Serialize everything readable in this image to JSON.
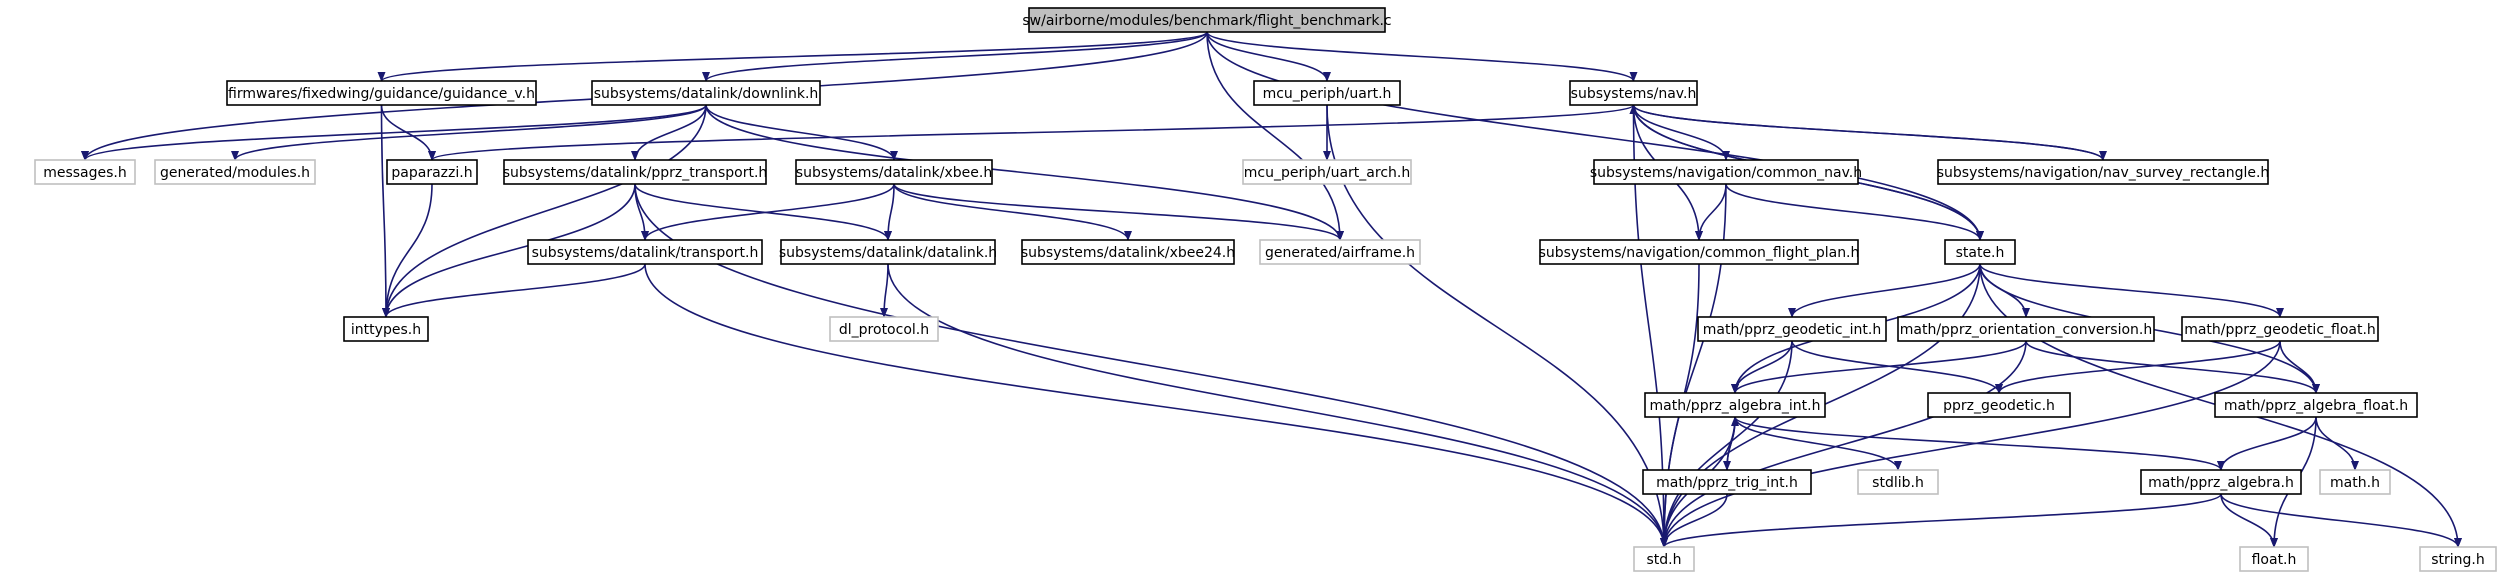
{
  "graph": {
    "nodes": [
      {
        "id": "root",
        "label": "sw/airborne/modules/benchmark/flight_benchmark.c",
        "style": "root"
      },
      {
        "id": "guid",
        "label": "firmwares/fixedwing/guidance/guidance_v.h",
        "style": "normal"
      },
      {
        "id": "downlink",
        "label": "subsystems/datalink/downlink.h",
        "style": "normal"
      },
      {
        "id": "uart",
        "label": "mcu_periph/uart.h",
        "style": "normal"
      },
      {
        "id": "nav",
        "label": "subsystems/nav.h",
        "style": "normal"
      },
      {
        "id": "messages",
        "label": "messages.h",
        "style": "missing"
      },
      {
        "id": "genmod",
        "label": "generated/modules.h",
        "style": "missing"
      },
      {
        "id": "paparazzi",
        "label": "paparazzi.h",
        "style": "normal"
      },
      {
        "id": "pprztr",
        "label": "subsystems/datalink/pprz_transport.h",
        "style": "normal"
      },
      {
        "id": "xbee",
        "label": "subsystems/datalink/xbee.h",
        "style": "normal"
      },
      {
        "id": "uartarch",
        "label": "mcu_periph/uart_arch.h",
        "style": "missing"
      },
      {
        "id": "commonnav",
        "label": "subsystems/navigation/common_nav.h",
        "style": "normal"
      },
      {
        "id": "survey",
        "label": "subsystems/navigation/nav_survey_rectangle.h",
        "style": "normal"
      },
      {
        "id": "transport",
        "label": "subsystems/datalink/transport.h",
        "style": "normal"
      },
      {
        "id": "datalink",
        "label": "subsystems/datalink/datalink.h",
        "style": "normal"
      },
      {
        "id": "xbee24",
        "label": "subsystems/datalink/xbee24.h",
        "style": "normal"
      },
      {
        "id": "airframe",
        "label": "generated/airframe.h",
        "style": "missing"
      },
      {
        "id": "cfp",
        "label": "subsystems/navigation/common_flight_plan.h",
        "style": "normal"
      },
      {
        "id": "state",
        "label": "state.h",
        "style": "normal"
      },
      {
        "id": "inttypes",
        "label": "inttypes.h",
        "style": "normal"
      },
      {
        "id": "dlproto",
        "label": "dl_protocol.h",
        "style": "missing"
      },
      {
        "id": "geoint",
        "label": "math/pprz_geodetic_int.h",
        "style": "normal"
      },
      {
        "id": "orient",
        "label": "math/pprz_orientation_conversion.h",
        "style": "normal"
      },
      {
        "id": "geofloat",
        "label": "math/pprz_geodetic_float.h",
        "style": "normal"
      },
      {
        "id": "geo",
        "label": "pprz_geodetic.h",
        "style": "normal"
      },
      {
        "id": "algint",
        "label": "math/pprz_algebra_int.h",
        "style": "normal"
      },
      {
        "id": "algfloat",
        "label": "math/pprz_algebra_float.h",
        "style": "normal"
      },
      {
        "id": "stdlib",
        "label": "stdlib.h",
        "style": "missing"
      },
      {
        "id": "mathh",
        "label": "math.h",
        "style": "missing"
      },
      {
        "id": "trig",
        "label": "math/pprz_trig_int.h",
        "style": "normal"
      },
      {
        "id": "alg",
        "label": "math/pprz_algebra.h",
        "style": "normal"
      },
      {
        "id": "std",
        "label": "std.h",
        "style": "missing"
      },
      {
        "id": "floath",
        "label": "float.h",
        "style": "missing"
      },
      {
        "id": "string",
        "label": "string.h",
        "style": "missing"
      }
    ],
    "edges": [
      [
        "root",
        "guid"
      ],
      [
        "root",
        "downlink"
      ],
      [
        "root",
        "uart"
      ],
      [
        "root",
        "nav"
      ],
      [
        "root",
        "messages"
      ],
      [
        "root",
        "airframe"
      ],
      [
        "root",
        "state"
      ],
      [
        "guid",
        "paparazzi"
      ],
      [
        "guid",
        "inttypes"
      ],
      [
        "downlink",
        "messages"
      ],
      [
        "downlink",
        "genmod"
      ],
      [
        "downlink",
        "pprztr"
      ],
      [
        "downlink",
        "xbee"
      ],
      [
        "downlink",
        "inttypes"
      ],
      [
        "downlink",
        "airframe"
      ],
      [
        "uart",
        "uartarch"
      ],
      [
        "uart",
        "std"
      ],
      [
        "nav",
        "paparazzi"
      ],
      [
        "nav",
        "commonnav"
      ],
      [
        "nav",
        "survey"
      ],
      [
        "nav",
        "cfp"
      ],
      [
        "nav",
        "state"
      ],
      [
        "nav",
        "std"
      ],
      [
        "paparazzi",
        "inttypes"
      ],
      [
        "pprztr",
        "transport"
      ],
      [
        "pprztr",
        "datalink"
      ],
      [
        "pprztr",
        "inttypes"
      ],
      [
        "pprztr",
        "std"
      ],
      [
        "xbee",
        "transport"
      ],
      [
        "xbee",
        "datalink"
      ],
      [
        "xbee",
        "xbee24"
      ],
      [
        "xbee",
        "airframe"
      ],
      [
        "commonnav",
        "cfp"
      ],
      [
        "commonnav",
        "state"
      ],
      [
        "commonnav",
        "std"
      ],
      [
        "survey",
        "nav"
      ],
      [
        "transport",
        "inttypes"
      ],
      [
        "transport",
        "std"
      ],
      [
        "datalink",
        "dlproto"
      ],
      [
        "datalink",
        "std"
      ],
      [
        "cfp",
        "std"
      ],
      [
        "state",
        "geoint"
      ],
      [
        "state",
        "orient"
      ],
      [
        "state",
        "geofloat"
      ],
      [
        "state",
        "algint"
      ],
      [
        "state",
        "algfloat"
      ],
      [
        "state",
        "std"
      ],
      [
        "state",
        "string"
      ],
      [
        "state",
        "nav"
      ],
      [
        "geoint",
        "geo"
      ],
      [
        "geoint",
        "algint"
      ],
      [
        "geoint",
        "std"
      ],
      [
        "orient",
        "algint"
      ],
      [
        "orient",
        "algfloat"
      ],
      [
        "orient",
        "std"
      ],
      [
        "geofloat",
        "geo"
      ],
      [
        "geofloat",
        "algfloat"
      ],
      [
        "geofloat",
        "std"
      ],
      [
        "algint",
        "stdlib"
      ],
      [
        "algint",
        "trig"
      ],
      [
        "algint",
        "alg"
      ],
      [
        "algint",
        "std"
      ],
      [
        "algfloat",
        "alg"
      ],
      [
        "algfloat",
        "mathh"
      ],
      [
        "algfloat",
        "floath"
      ],
      [
        "trig",
        "algint"
      ],
      [
        "trig",
        "std"
      ],
      [
        "alg",
        "std"
      ],
      [
        "alg",
        "floath"
      ],
      [
        "alg",
        "string"
      ]
    ]
  },
  "colors": {
    "edge": "#191970",
    "node_border": "#000000",
    "missing_border": "#bfbfbf",
    "missing_text": "#777777",
    "root_fill": "#bfbfbf",
    "node_fill": "#ffffff"
  }
}
